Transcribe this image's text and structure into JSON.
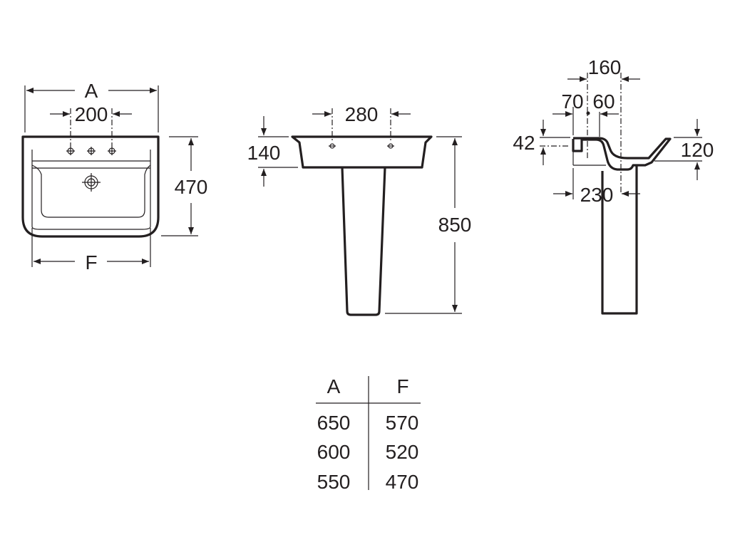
{
  "front_view": {
    "width_label": "A",
    "tap_spacing": "200",
    "depth": "470",
    "bottom_width_label": "F"
  },
  "pedestal_front_view": {
    "hole_spacing": "280",
    "basin_height": "140",
    "total_height": "850"
  },
  "side_view": {
    "overall": "160",
    "tap_offset": "70",
    "drain_offset": "60",
    "rim_offset": "42",
    "bowl_height": "120",
    "wall_to_pedestal": "230"
  },
  "size_table": {
    "headers": [
      "A",
      "F"
    ],
    "rows": [
      [
        "650",
        "570"
      ],
      [
        "600",
        "520"
      ],
      [
        "550",
        "470"
      ]
    ]
  }
}
